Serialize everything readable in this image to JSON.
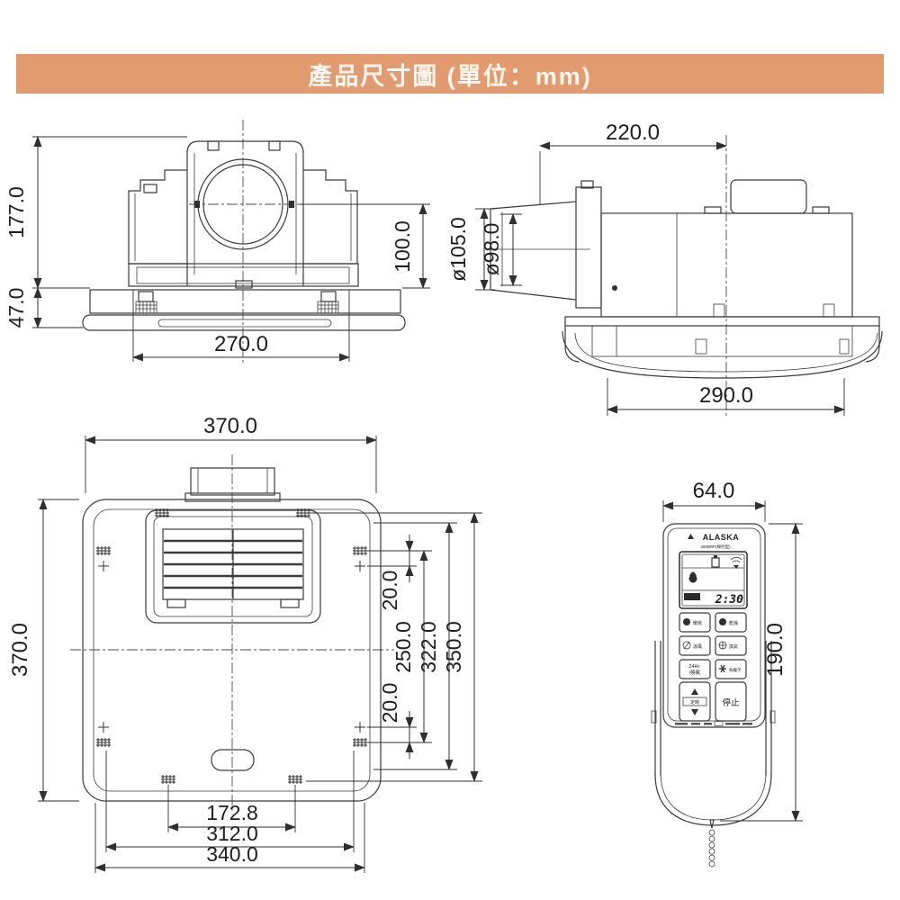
{
  "header": {
    "title": "產品尺寸圖 (單位：mm)",
    "bg_color": "#E29B6F",
    "text_color": "#FDF6EE"
  },
  "front_view": {
    "dim_total_height": "177.0",
    "dim_flange_height": "47.0",
    "dim_duct_center_to_flange": "100.0",
    "dim_housing_width": "270.0"
  },
  "side_view": {
    "dim_duct_to_center": "220.0",
    "dim_duct_outer": "ø105.0",
    "dim_duct_inner": "ø98.0",
    "dim_frame_depth": "290.0"
  },
  "bottom_view": {
    "dim_width": "370.0",
    "dim_height": "370.0",
    "dim_inset_top": "20.0",
    "dim_screw_span_v": "250.0",
    "dim_panel_span_v": "322.0",
    "dim_overall_span_v": "350.0",
    "dim_inset_bottom": "20.0",
    "dim_grille_screws": "172.8",
    "dim_mount_screws": "312.0",
    "dim_panel_width": "340.0"
  },
  "remote": {
    "dim_width": "64.0",
    "dim_height": "190.0",
    "brand": "ALASKA",
    "model": "300BRP(線控型)",
    "lcd": {
      "time": "2:30"
    },
    "buttons": {
      "heat": "暖房",
      "dry": "乾燥",
      "cool": "涼風",
      "vent": "換氣",
      "vent24_line1": "24Hr.",
      "vent24_line2": "/換氣",
      "anion": "負離子",
      "timer": "定時",
      "stop": "停止"
    }
  },
  "colors": {
    "line": "#3a3a3a"
  }
}
